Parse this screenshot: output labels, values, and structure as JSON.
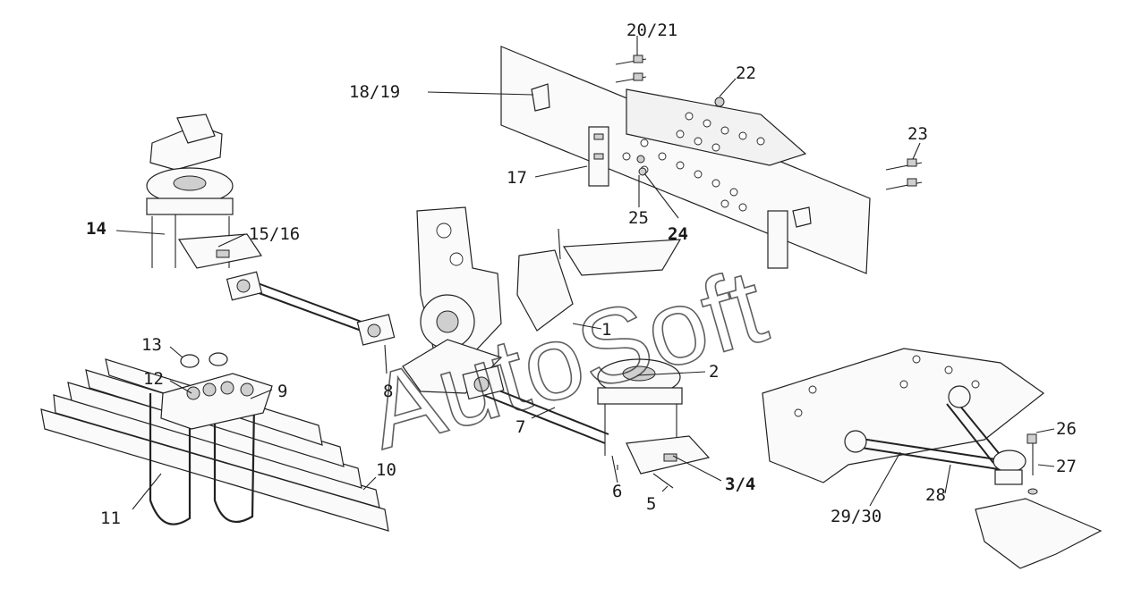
{
  "watermark": "AutoSoft",
  "callouts": [
    {
      "id": "1",
      "text": "1"
    },
    {
      "id": "2",
      "text": "2"
    },
    {
      "id": "3-4",
      "text": "3/4"
    },
    {
      "id": "5",
      "text": "5"
    },
    {
      "id": "6",
      "text": "6"
    },
    {
      "id": "7",
      "text": "7"
    },
    {
      "id": "8",
      "text": "8"
    },
    {
      "id": "9",
      "text": "9"
    },
    {
      "id": "10",
      "text": "10"
    },
    {
      "id": "11",
      "text": "11"
    },
    {
      "id": "12",
      "text": "12"
    },
    {
      "id": "13",
      "text": "13"
    },
    {
      "id": "14",
      "text": "14"
    },
    {
      "id": "15-16",
      "text": "15/16"
    },
    {
      "id": "17",
      "text": "17"
    },
    {
      "id": "18-19",
      "text": "18/19"
    },
    {
      "id": "20-21",
      "text": "20/21"
    },
    {
      "id": "22",
      "text": "22"
    },
    {
      "id": "23",
      "text": "23"
    },
    {
      "id": "24",
      "text": "24"
    },
    {
      "id": "25",
      "text": "25"
    },
    {
      "id": "26",
      "text": "26"
    },
    {
      "id": "27",
      "text": "27"
    },
    {
      "id": "28",
      "text": "28"
    },
    {
      "id": "29-30",
      "text": "29/30"
    }
  ]
}
